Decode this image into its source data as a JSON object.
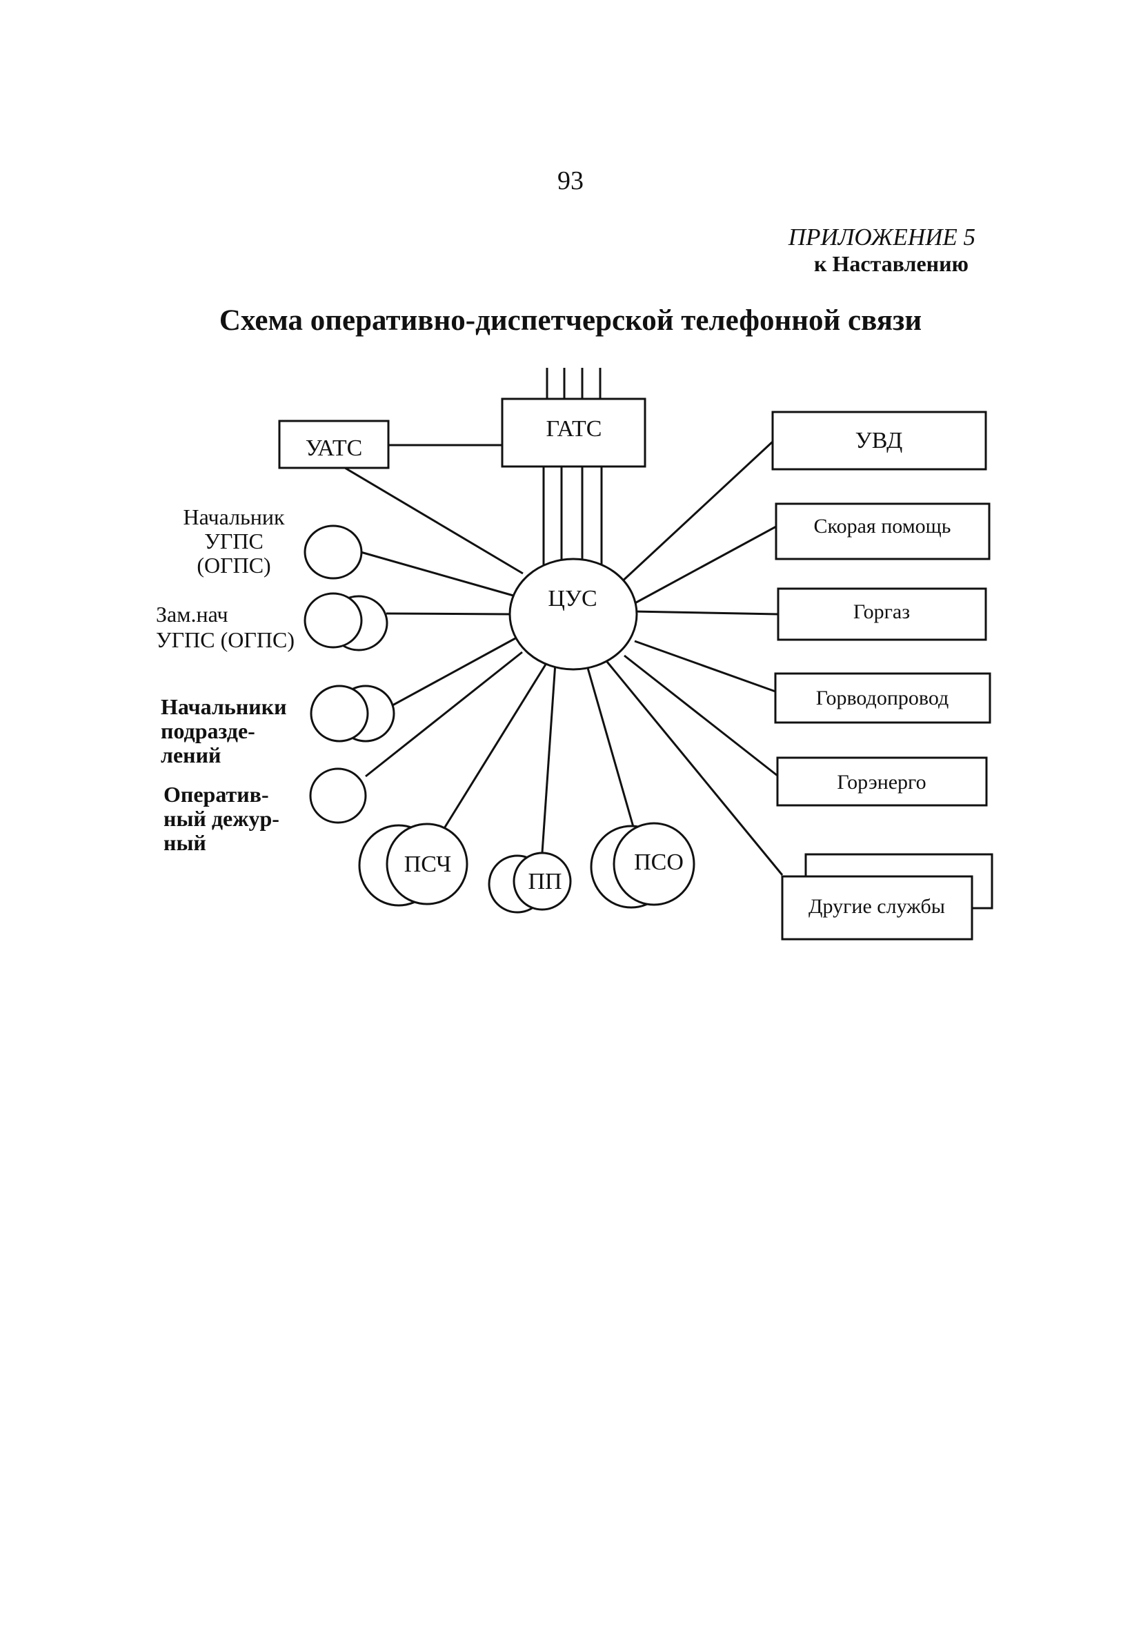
{
  "page": {
    "number": "93",
    "appendix_title": "ПРИЛОЖЕНИЕ 5",
    "appendix_subtitle": "к Наставлению",
    "diagram_title": "Схема оперативно-диспетчерской телефонной связи"
  },
  "diagram": {
    "center": "ЦУС",
    "top_boxes": {
      "gats": "ГАТС",
      "uats": "УАТС"
    },
    "left_labels": {
      "chief": [
        "Начальник",
        "УГПС",
        "(ОГПС)"
      ],
      "deputy": [
        "Зам.нач",
        "УГПС (ОГПС)"
      ],
      "subdivision_chiefs": [
        "Начальники",
        "подразде-",
        "лений"
      ],
      "duty_officer": [
        "Оператив-",
        "ный дежур-",
        "ный"
      ]
    },
    "bottom_units": {
      "psch": "ПСЧ",
      "pp": "ПП",
      "pso": "ПСО"
    },
    "services": {
      "uvd": "УВД",
      "ambulance": "Скорая помощь",
      "gorgaz": "Горгаз",
      "water": "Горводопровод",
      "energy": "Горэнерго",
      "other": "Другие службы"
    }
  }
}
